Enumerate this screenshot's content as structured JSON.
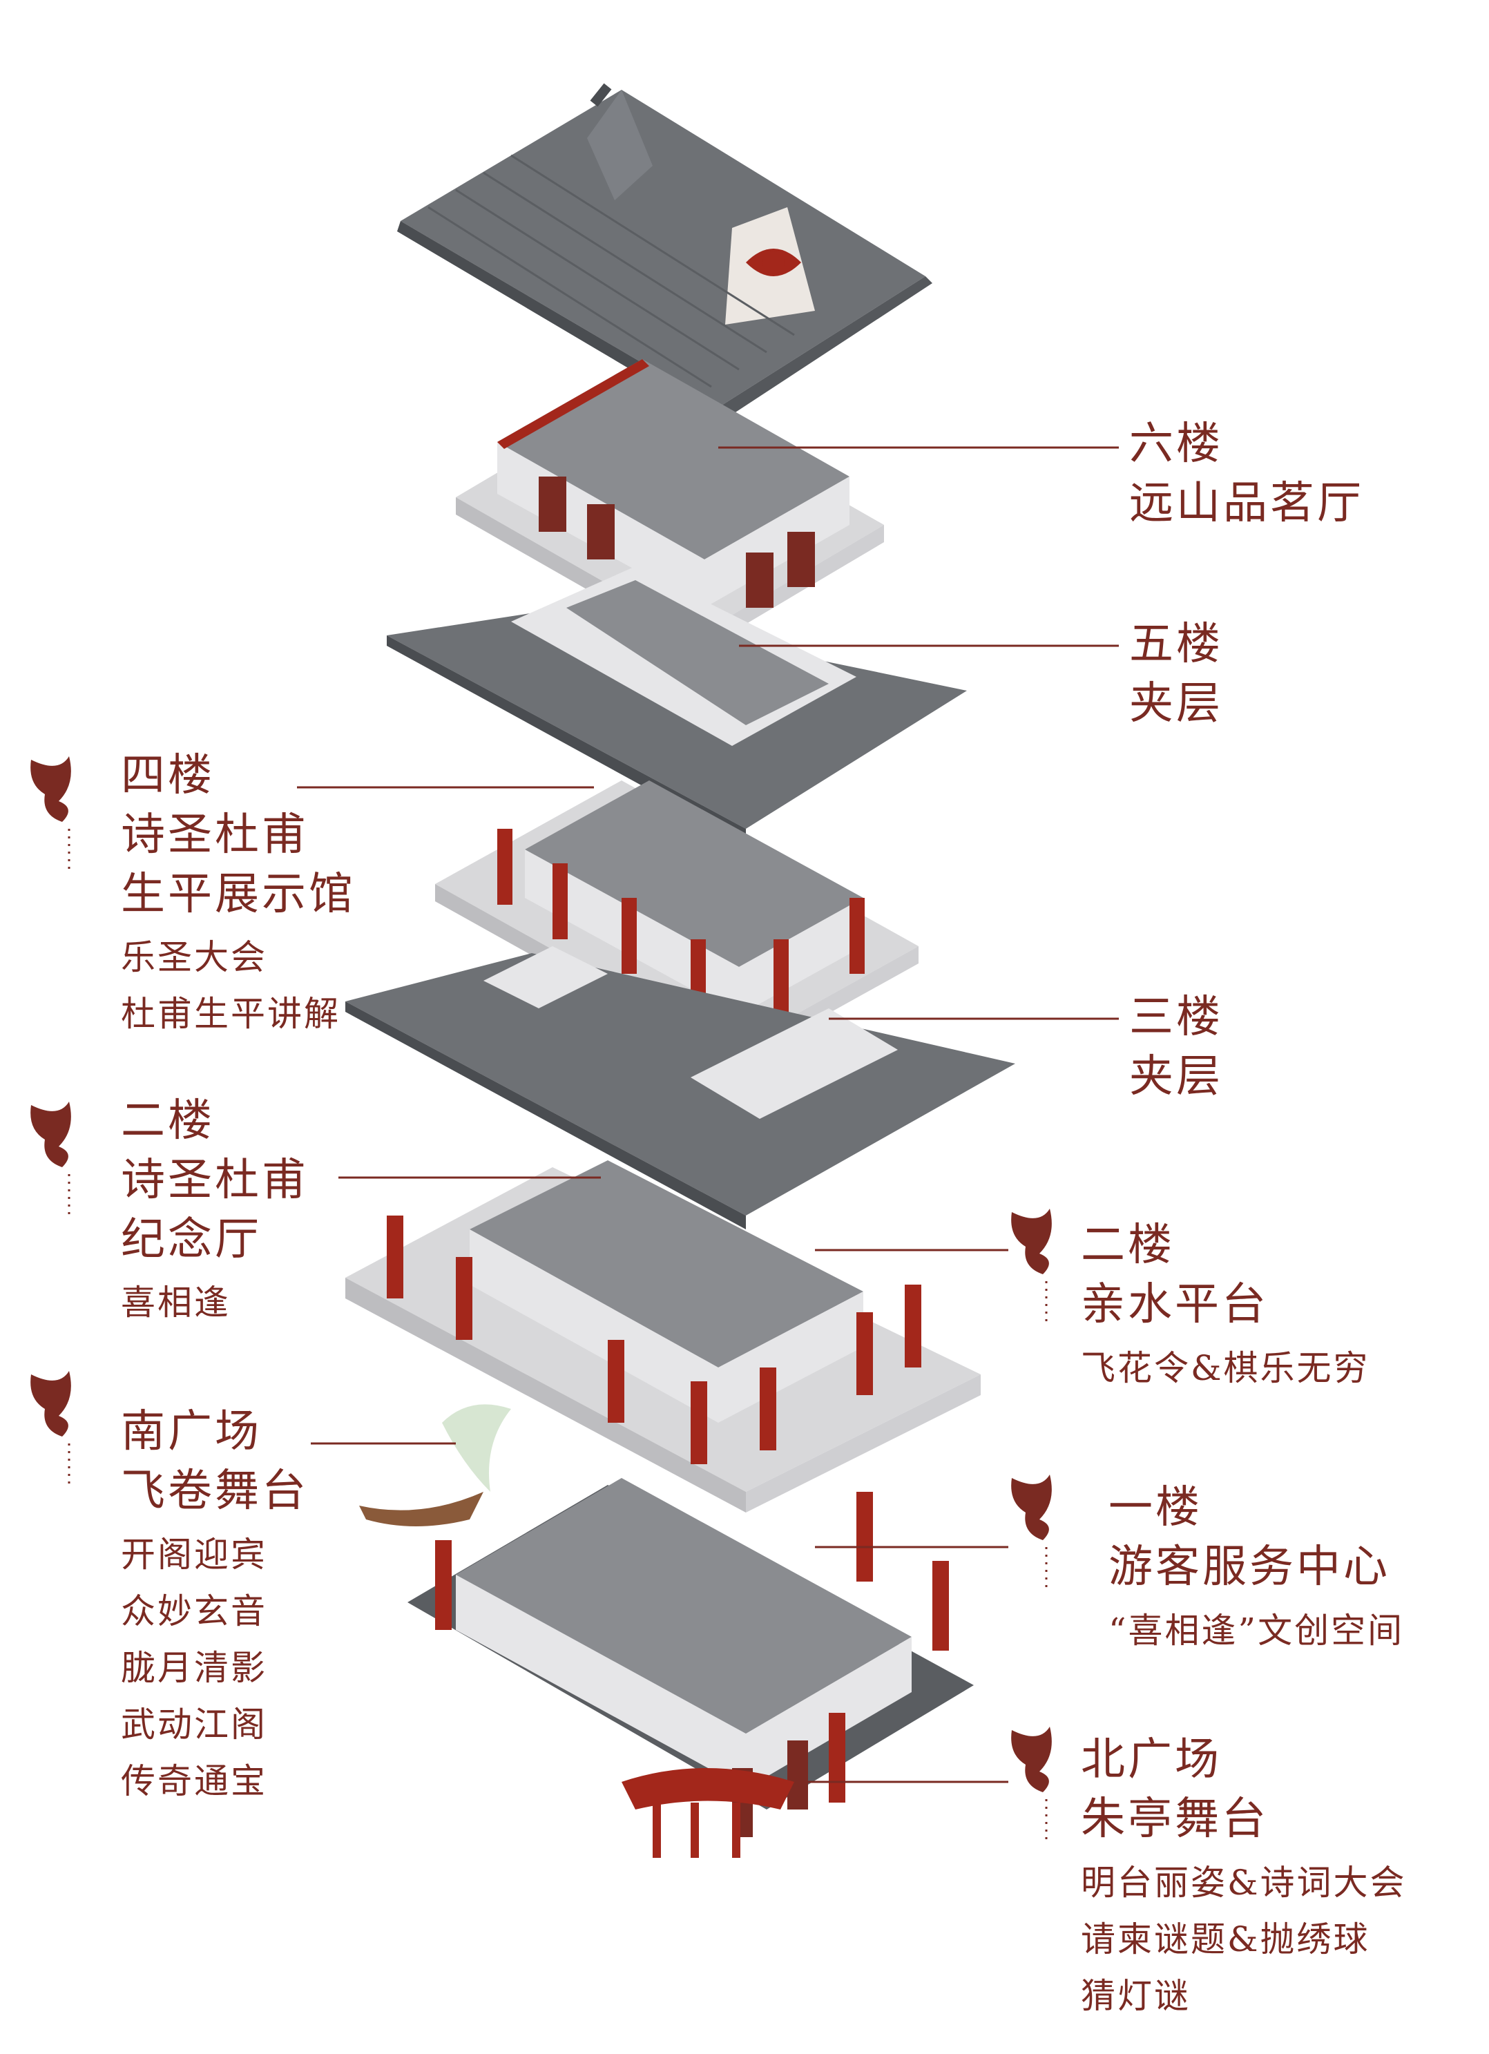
{
  "colors": {
    "accent": "#7a2a22",
    "roof": "#6e7175",
    "roof_dark": "#4a4d51",
    "wall": "#e6e6e8",
    "pillar": "#a3271b"
  },
  "labels": {
    "floor6": {
      "title": "六楼",
      "name": "远山品茗厅"
    },
    "floor5": {
      "title": "五楼",
      "name": "夹层"
    },
    "floor4": {
      "title": "四楼",
      "name_lines": [
        "诗圣杜甫",
        "生平展示馆"
      ],
      "events": [
        "乐圣大会",
        "杜甫生平讲解"
      ]
    },
    "floor3": {
      "title": "三楼",
      "name": "夹层"
    },
    "floor2_hall": {
      "title": "二楼",
      "name_lines": [
        "诗圣杜甫",
        "纪念厅"
      ],
      "events": [
        "喜相逢"
      ]
    },
    "floor2_platform": {
      "title": "二楼",
      "name": "亲水平台",
      "events": [
        "飞花令&棋乐无穷"
      ]
    },
    "south_plaza": {
      "title": "南广场",
      "name": "飞卷舞台",
      "events": [
        "开阁迎宾",
        "众妙玄音",
        "胧月清影",
        "武动江阁",
        "传奇通宝"
      ]
    },
    "floor1": {
      "title": "一楼",
      "name": "游客服务中心",
      "events": [
        "“喜相逢”文创空间"
      ]
    },
    "north_plaza": {
      "title": "北广场",
      "name": "朱亭舞台",
      "events": [
        "明台丽姿&诗词大会",
        "请柬谜题&抛绣球",
        "猜灯谜"
      ]
    }
  }
}
